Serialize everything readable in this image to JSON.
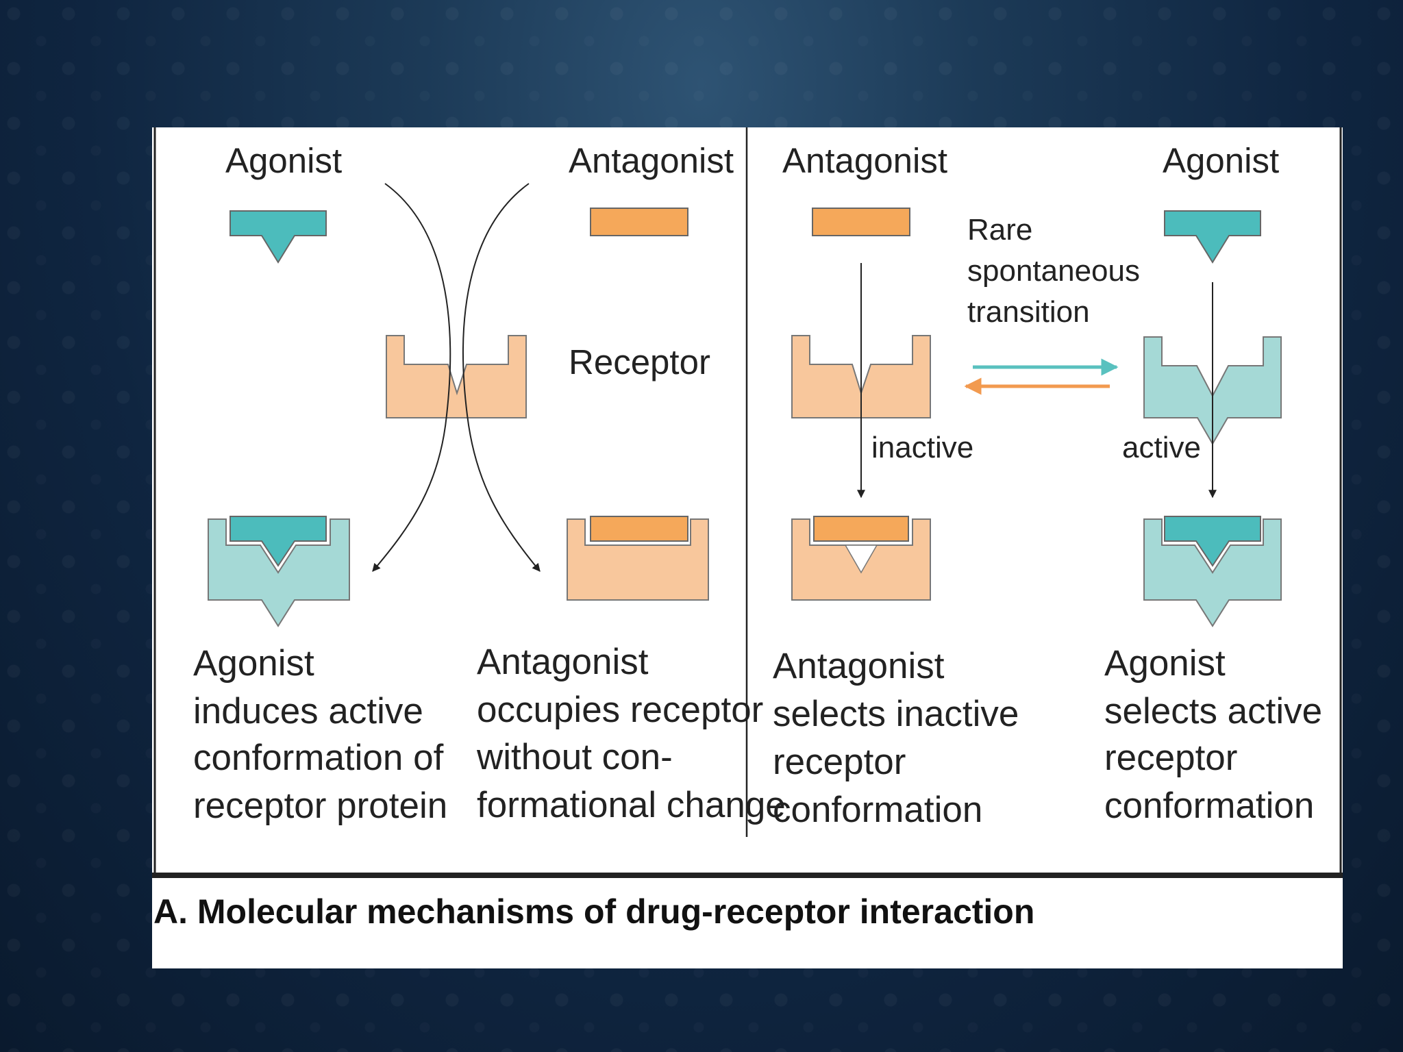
{
  "diagram": {
    "left_panel": {
      "agonist_label": "Agonist",
      "antagonist_label": "Antagonist",
      "receptor_label": "Receptor",
      "agonist_description": [
        "Agonist",
        "induces active",
        "conformation of",
        "receptor protein"
      ],
      "antagonist_description": [
        "Antagonist",
        "occupies receptor",
        "without con-",
        "formational change"
      ]
    },
    "right_panel": {
      "antagonist_label": "Antagonist",
      "agonist_label": "Agonist",
      "transition_label": [
        "Rare",
        "spontaneous",
        "transition"
      ],
      "inactive_label": "inactive",
      "active_label": "active",
      "antagonist_description": [
        "Antagonist",
        "selects inactive",
        "receptor",
        "conformation"
      ],
      "agonist_description": [
        "Agonist",
        "selects active",
        "receptor",
        "conformation"
      ]
    },
    "caption": "A. Molecular mechanisms of drug-receptor interaction",
    "colors": {
      "agonist": "#4cbcbc",
      "antagonist": "#f5a85a",
      "receptor_inactive": "#f8c79c",
      "receptor_active": "#a5d9d6",
      "forward_arrow": "#59c1bf",
      "reverse_arrow": "#f29a4f"
    }
  }
}
